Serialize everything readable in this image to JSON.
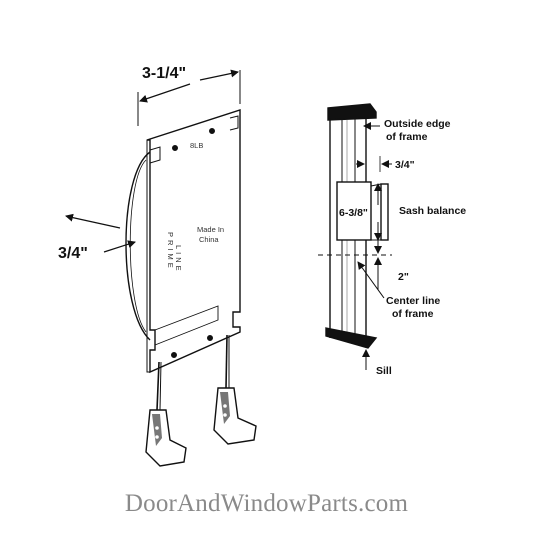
{
  "left_diagram": {
    "width_dim": "3-1/4\"",
    "depth_dim": "3/4\"",
    "weight_mark": "8LB",
    "brand_vertical": [
      "PRIME",
      "LINE"
    ],
    "made_in": [
      "Made In",
      "China"
    ]
  },
  "right_diagram": {
    "outside_edge_label": [
      "Outside edge",
      "of frame"
    ],
    "offset_dim": "3/4\"",
    "height_dim": "6-3/8\"",
    "sash_balance_label": "Sash balance",
    "center_offset_dim": "2\"",
    "center_line_label": [
      "Center line",
      "of frame"
    ],
    "sill_label": "Sill"
  },
  "watermark": "DoorAndWindowParts.com"
}
